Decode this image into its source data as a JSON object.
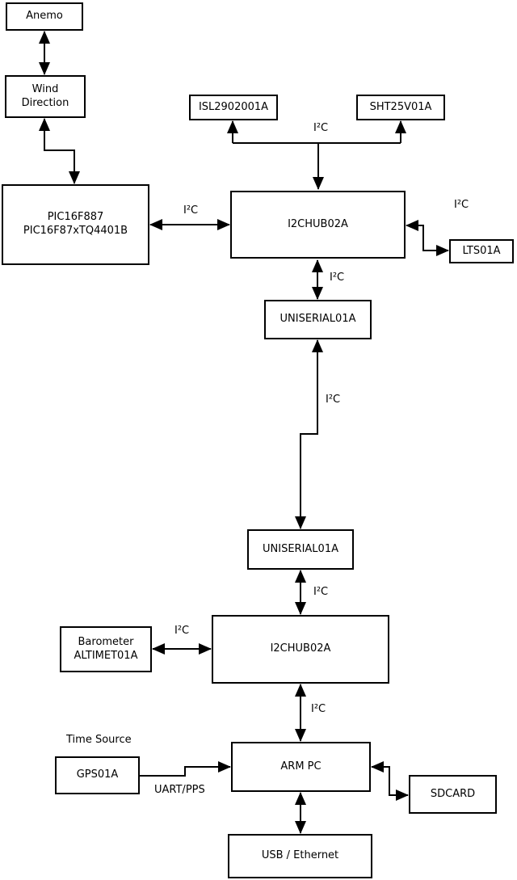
{
  "diagram": {
    "type": "block-diagram",
    "colors": {
      "line": "#000000",
      "background": "#ffffff",
      "box_fill": "#ffffff",
      "text": "#000000"
    },
    "nodes": {
      "anemo": {
        "label": "Anemo"
      },
      "wind_direction": {
        "label": "Wind\nDirection"
      },
      "pic": {
        "label": "PIC16F887\nPIC16F87xTQ4401B"
      },
      "isl": {
        "label": "ISL2902001A"
      },
      "sht": {
        "label": "SHT25V01A"
      },
      "i2chub_top": {
        "label": "I2CHUB02A"
      },
      "lts": {
        "label": "LTS01A"
      },
      "uniserial_top": {
        "label": "UNISERIAL01A"
      },
      "uniserial_bottom": {
        "label": "UNISERIAL01A"
      },
      "i2chub_bottom": {
        "label": "I2CHUB02A"
      },
      "barometer": {
        "label": "Barometer\nALTIMET01A"
      },
      "gps": {
        "label": "GPS01A"
      },
      "arm_pc": {
        "label": "ARM PC"
      },
      "sdcard": {
        "label": "SDCARD"
      },
      "usb_ethernet": {
        "label": "USB / Ethernet"
      }
    },
    "edge_labels": {
      "i2c_branch": "I²C",
      "i2c_pic_hub": "I²C",
      "i2c_lts": "I²C",
      "i2c_hub_uniserial": "I²C",
      "i2c_uniserial_link": "I²C",
      "i2c_uniserial_hub2": "I²C",
      "i2c_barometer": "I²C",
      "i2c_hub2_arm": "I²C",
      "time_source": "Time Source",
      "uart_pps": "UART/PPS"
    }
  }
}
